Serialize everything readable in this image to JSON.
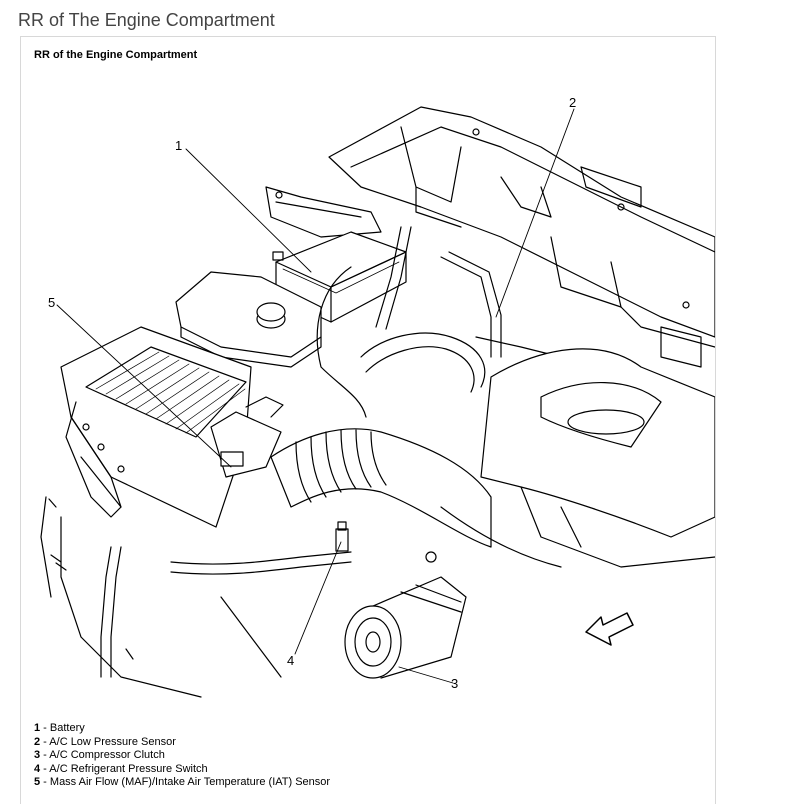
{
  "page": {
    "title": "RR of The Engine Compartment"
  },
  "figure": {
    "title": "RR of the Engine Compartment",
    "callouts": [
      "1",
      "2",
      "3",
      "4",
      "5"
    ]
  },
  "legend": [
    {
      "number": "1",
      "text": "Battery"
    },
    {
      "number": "2",
      "text": "A/C Low Pressure Sensor"
    },
    {
      "number": "3",
      "text": "A/C Compressor Clutch"
    },
    {
      "number": "4",
      "text": "A/C Refrigerant Pressure Switch"
    },
    {
      "number": "5",
      "text": "Mass Air Flow (MAF)/Intake Air Temperature (IAT) Sensor"
    }
  ]
}
